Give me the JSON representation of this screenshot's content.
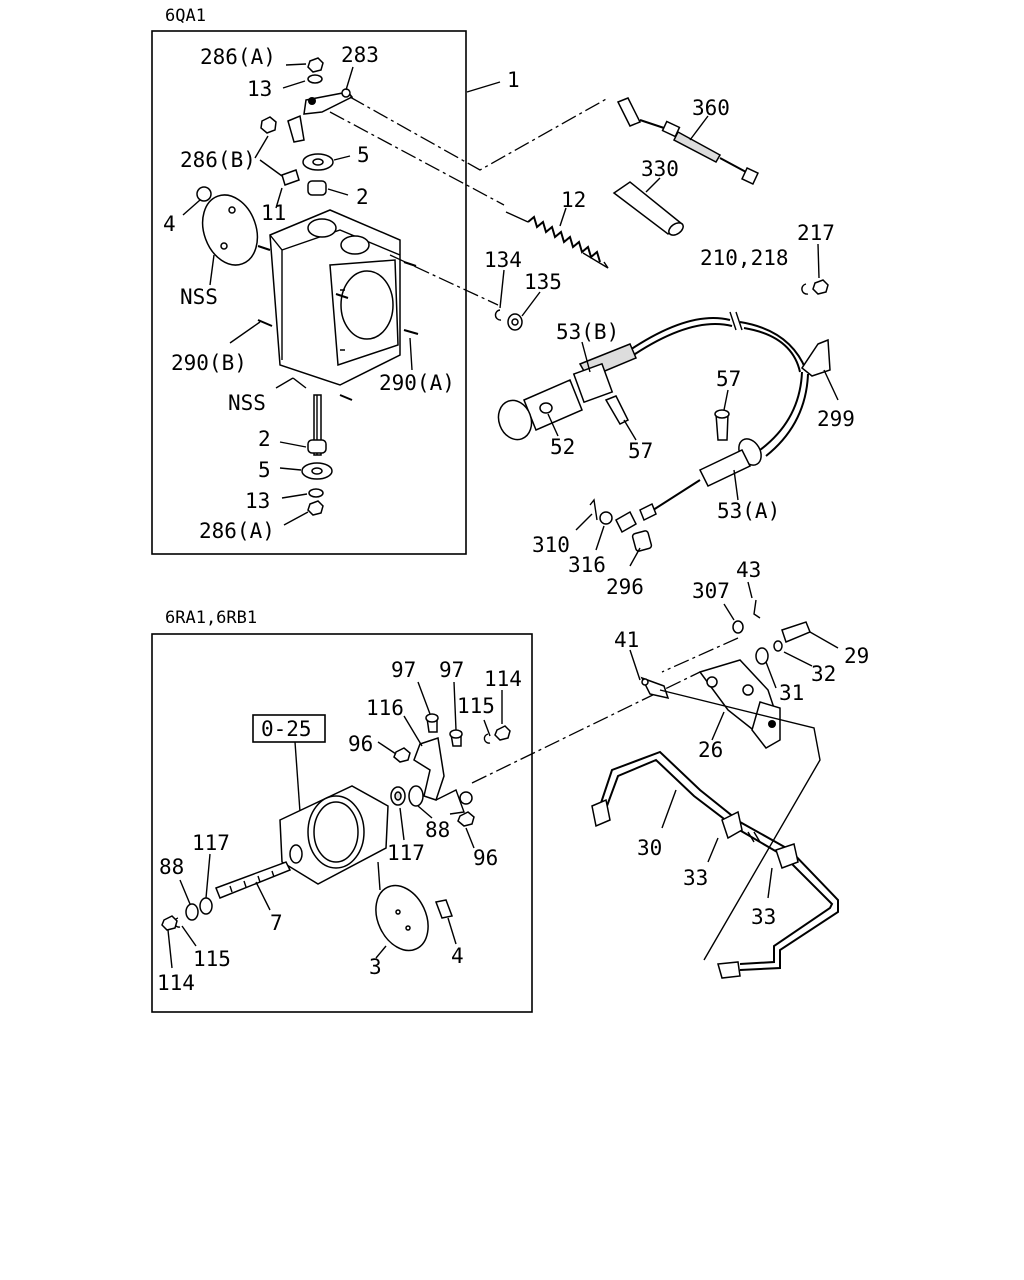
{
  "panels": {
    "top": {
      "title": "6QA1"
    },
    "bottom": {
      "title": "6RA1,6RB1"
    }
  },
  "reference_box": "0-25",
  "callouts": [
    {
      "id": "c1",
      "text": "286(A)"
    },
    {
      "id": "c2",
      "text": "283"
    },
    {
      "id": "c3",
      "text": "13"
    },
    {
      "id": "c4",
      "text": "1"
    },
    {
      "id": "c5",
      "text": "286(B)"
    },
    {
      "id": "c6",
      "text": "5"
    },
    {
      "id": "c7",
      "text": "2"
    },
    {
      "id": "c8",
      "text": "4"
    },
    {
      "id": "c9",
      "text": "11"
    },
    {
      "id": "c10",
      "text": "NSS"
    },
    {
      "id": "c11",
      "text": "290(B)"
    },
    {
      "id": "c12",
      "text": "NSS"
    },
    {
      "id": "c13",
      "text": "290(A)"
    },
    {
      "id": "c14",
      "text": "2"
    },
    {
      "id": "c15",
      "text": "5"
    },
    {
      "id": "c16",
      "text": "13"
    },
    {
      "id": "c17",
      "text": "286(A)"
    },
    {
      "id": "c18",
      "text": "360"
    },
    {
      "id": "c19",
      "text": "330"
    },
    {
      "id": "c20",
      "text": "12"
    },
    {
      "id": "c21",
      "text": "217"
    },
    {
      "id": "c22",
      "text": "210,218"
    },
    {
      "id": "c23",
      "text": "134"
    },
    {
      "id": "c24",
      "text": "135"
    },
    {
      "id": "c25",
      "text": "53(B)"
    },
    {
      "id": "c26",
      "text": "57"
    },
    {
      "id": "c27",
      "text": "52"
    },
    {
      "id": "c28",
      "text": "57"
    },
    {
      "id": "c29",
      "text": "299"
    },
    {
      "id": "c30",
      "text": "53(A)"
    },
    {
      "id": "c31",
      "text": "310"
    },
    {
      "id": "c32",
      "text": "316"
    },
    {
      "id": "c33",
      "text": "296"
    },
    {
      "id": "c34",
      "text": "43"
    },
    {
      "id": "c35",
      "text": "307"
    },
    {
      "id": "c36",
      "text": "41"
    },
    {
      "id": "c37",
      "text": "29"
    },
    {
      "id": "c38",
      "text": "32"
    },
    {
      "id": "c39",
      "text": "31"
    },
    {
      "id": "c40",
      "text": "26"
    },
    {
      "id": "c41",
      "text": "97"
    },
    {
      "id": "c42",
      "text": "97"
    },
    {
      "id": "c43",
      "text": "114"
    },
    {
      "id": "c44",
      "text": "116"
    },
    {
      "id": "c45",
      "text": "115"
    },
    {
      "id": "c46",
      "text": "96"
    },
    {
      "id": "c47",
      "text": "88"
    },
    {
      "id": "c48",
      "text": "117"
    },
    {
      "id": "c49",
      "text": "96"
    },
    {
      "id": "c50",
      "text": "117"
    },
    {
      "id": "c51",
      "text": "88"
    },
    {
      "id": "c52",
      "text": "7"
    },
    {
      "id": "c53",
      "text": "115"
    },
    {
      "id": "c54",
      "text": "114"
    },
    {
      "id": "c55",
      "text": "3"
    },
    {
      "id": "c56",
      "text": "4"
    },
    {
      "id": "c57",
      "text": "30"
    },
    {
      "id": "c58",
      "text": "33"
    },
    {
      "id": "c59",
      "text": "33"
    }
  ]
}
